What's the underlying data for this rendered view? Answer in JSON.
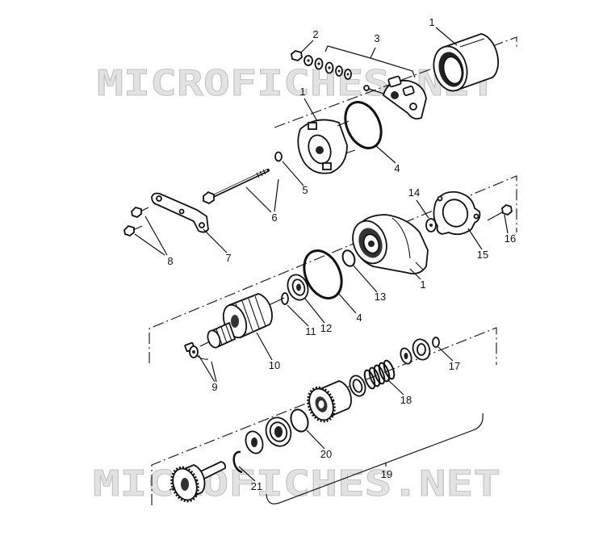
{
  "watermark": {
    "top": "MICROFICHES.NET",
    "bottom": "MICROFICHES.NET"
  },
  "callouts": [
    "1",
    "2",
    "3",
    "1",
    "4",
    "5",
    "6",
    "7",
    "8",
    "14",
    "16",
    "15",
    "1",
    "13",
    "4",
    "11",
    "12",
    "10",
    "9",
    "17",
    "18",
    "20",
    "19",
    "21"
  ]
}
